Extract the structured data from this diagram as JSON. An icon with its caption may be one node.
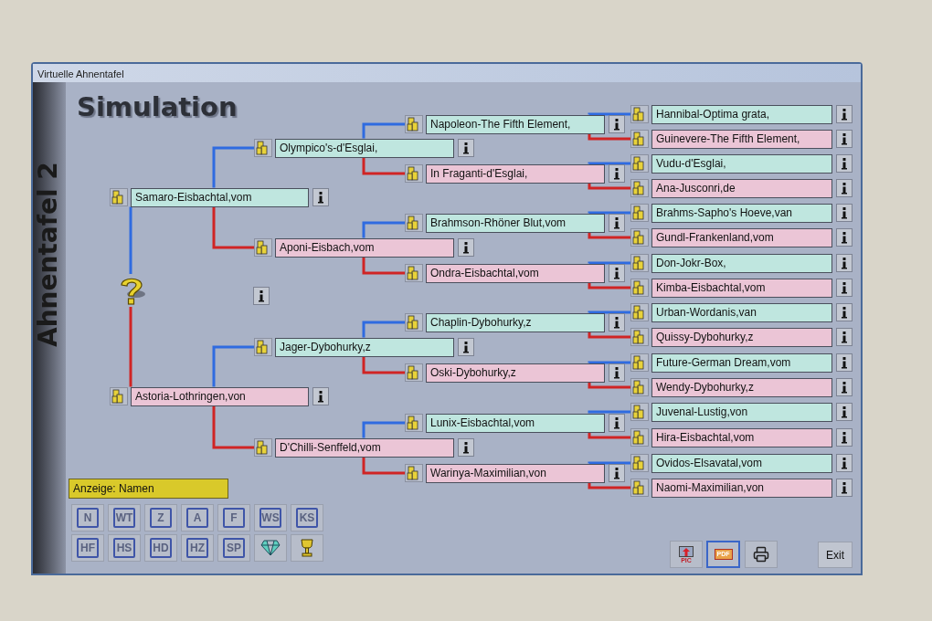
{
  "diagram": {
    "nodes": [
      {
        "text": [],
        "shape": "picture"
      },
      {
        "text": [
          "Samaro-Eisbachtal,vom"
        ]
      },
      {
        "text": [
          "Astoria-Lothringen,von"
        ]
      },
      {
        "text": [
          "Olympico's-d'Esglai,"
        ]
      },
      {
        "text": [
          "Aponi-Eisbach,vom"
        ]
      },
      {
        "text": [
          "Jager-Dybohurky,z"
        ]
      },
      {
        "text": [
          "D'Chilli-Senffeld,vom"
        ]
      },
      {
        "text": [
          "Napoleon-The Fifth Element,"
        ]
      },
      {
        "text": [
          "In Fraganti-d'Esglai,"
        ]
      },
      {
        "text": [
          "Brahmson-Rhöner Blut,vom"
        ]
      },
      {
        "text": [
          "Ondra-Eisbachtal,vom"
        ]
      },
      {
        "text": [
          "Chaplin-Dybohurky,z"
        ]
      },
      {
        "text": [
          "Oski-Dybohurky,z"
        ]
      },
      {
        "text": [
          "Lunix-Eisbachtal,vom"
        ]
      },
      {
        "text": [
          "Warinya-Maximilian,von"
        ]
      },
      {
        "text": [
          "Hannibal-Optima grata,"
        ]
      },
      {
        "text": [
          "Guinevere-The Fifth Element,"
        ]
      },
      {
        "text": [
          "Vudu-d'Esglai,"
        ]
      },
      {
        "text": [
          "Ana-Jusconri,de"
        ]
      },
      {
        "text": [
          "Brahms-Sapho's Hoeve,van"
        ]
      },
      {
        "text": [
          "Gundl-Frankenland,vom"
        ]
      },
      {
        "text": [
          "Don-Jokr-Box,"
        ]
      },
      {
        "text": [
          "Kimba-Eisbachtal,vom"
        ]
      },
      {
        "text": [
          "Urban-Wordanis,van"
        ]
      },
      {
        "text": [
          "Quissy-Dybohurky,z"
        ]
      },
      {
        "text": [
          "Future-German Dream,vom"
        ]
      },
      {
        "text": [
          "Wendy-Dybohurky,z"
        ]
      },
      {
        "text": [
          "Juvenal-Lustig,von"
        ]
      },
      {
        "text": [
          "Hira-Eisbachtal,vom"
        ]
      },
      {
        "text": [
          "Ovidos-Elsavatal,vom"
        ]
      },
      {
        "text": [
          "Naomi-Maximilian,von"
        ]
      }
    ],
    "edges": [
      {
        "from": 0,
        "to": 1,
        "arrow": "none",
        "color": "#2f6be0"
      },
      {
        "from": 0,
        "to": 2,
        "arrow": "none",
        "color": "#d02424"
      },
      {
        "from": 1,
        "to": 3,
        "arrow": "none",
        "color": "#2f6be0"
      },
      {
        "from": 1,
        "to": 4,
        "arrow": "none",
        "color": "#d02424"
      },
      {
        "from": 2,
        "to": 5,
        "arrow": "none",
        "color": "#2f6be0"
      },
      {
        "from": 2,
        "to": 6,
        "arrow": "none",
        "color": "#d02424"
      },
      {
        "from": 3,
        "to": 7,
        "arrow": "none",
        "color": "#2f6be0"
      },
      {
        "from": 3,
        "to": 8,
        "arrow": "none",
        "color": "#d02424"
      },
      {
        "from": 4,
        "to": 9,
        "arrow": "none",
        "color": "#2f6be0"
      },
      {
        "from": 4,
        "to": 10,
        "arrow": "none",
        "color": "#d02424"
      },
      {
        "from": 5,
        "to": 11,
        "arrow": "none",
        "color": "#2f6be0"
      },
      {
        "from": 5,
        "to": 12,
        "arrow": "none",
        "color": "#d02424"
      },
      {
        "from": 6,
        "to": 13,
        "arrow": "none",
        "color": "#2f6be0"
      },
      {
        "from": 6,
        "to": 14,
        "arrow": "none",
        "color": "#d02424"
      },
      {
        "from": 7,
        "to": 15,
        "arrow": "none",
        "color": "#2f6be0"
      },
      {
        "from": 7,
        "to": 16,
        "arrow": "none",
        "color": "#d02424"
      },
      {
        "from": 8,
        "to": 17,
        "arrow": "none",
        "color": "#2f6be0"
      },
      {
        "from": 8,
        "to": 18,
        "arrow": "none",
        "color": "#d02424"
      },
      {
        "from": 9,
        "to": 19,
        "arrow": "none",
        "color": "#2f6be0"
      },
      {
        "from": 9,
        "to": 20,
        "arrow": "none",
        "color": "#d02424"
      },
      {
        "from": 10,
        "to": 21,
        "arrow": "none",
        "color": "#2f6be0"
      },
      {
        "from": 10,
        "to": 22,
        "arrow": "none",
        "color": "#d02424"
      },
      {
        "from": 11,
        "to": 23,
        "arrow": "none",
        "color": "#2f6be0"
      },
      {
        "from": 11,
        "to": 24,
        "arrow": "none",
        "color": "#d02424"
      },
      {
        "from": 12,
        "to": 25,
        "arrow": "none",
        "color": "#2f6be0"
      },
      {
        "from": 12,
        "to": 26,
        "arrow": "none",
        "color": "#d02424"
      },
      {
        "from": 13,
        "to": 27,
        "arrow": "none",
        "color": "#2f6be0"
      },
      {
        "from": 13,
        "to": 28,
        "arrow": "none",
        "color": "#d02424"
      },
      {
        "from": 14,
        "to": 29,
        "arrow": "none",
        "color": "#2f6be0"
      },
      {
        "from": 14,
        "to": 30,
        "arrow": "none",
        "color": "#d02424"
      }
    ],
    "labels": [
      "Virtuelle Ahnentafel",
      "Simulation",
      "Ahnentafel 2",
      "Anzeige: Namen",
      "N",
      "WT",
      "Z",
      "A",
      "F",
      "WS",
      "KS",
      "HF",
      "HS",
      "HD",
      "HZ",
      "SP",
      "PIC",
      "PDF",
      "Exit"
    ]
  }
}
